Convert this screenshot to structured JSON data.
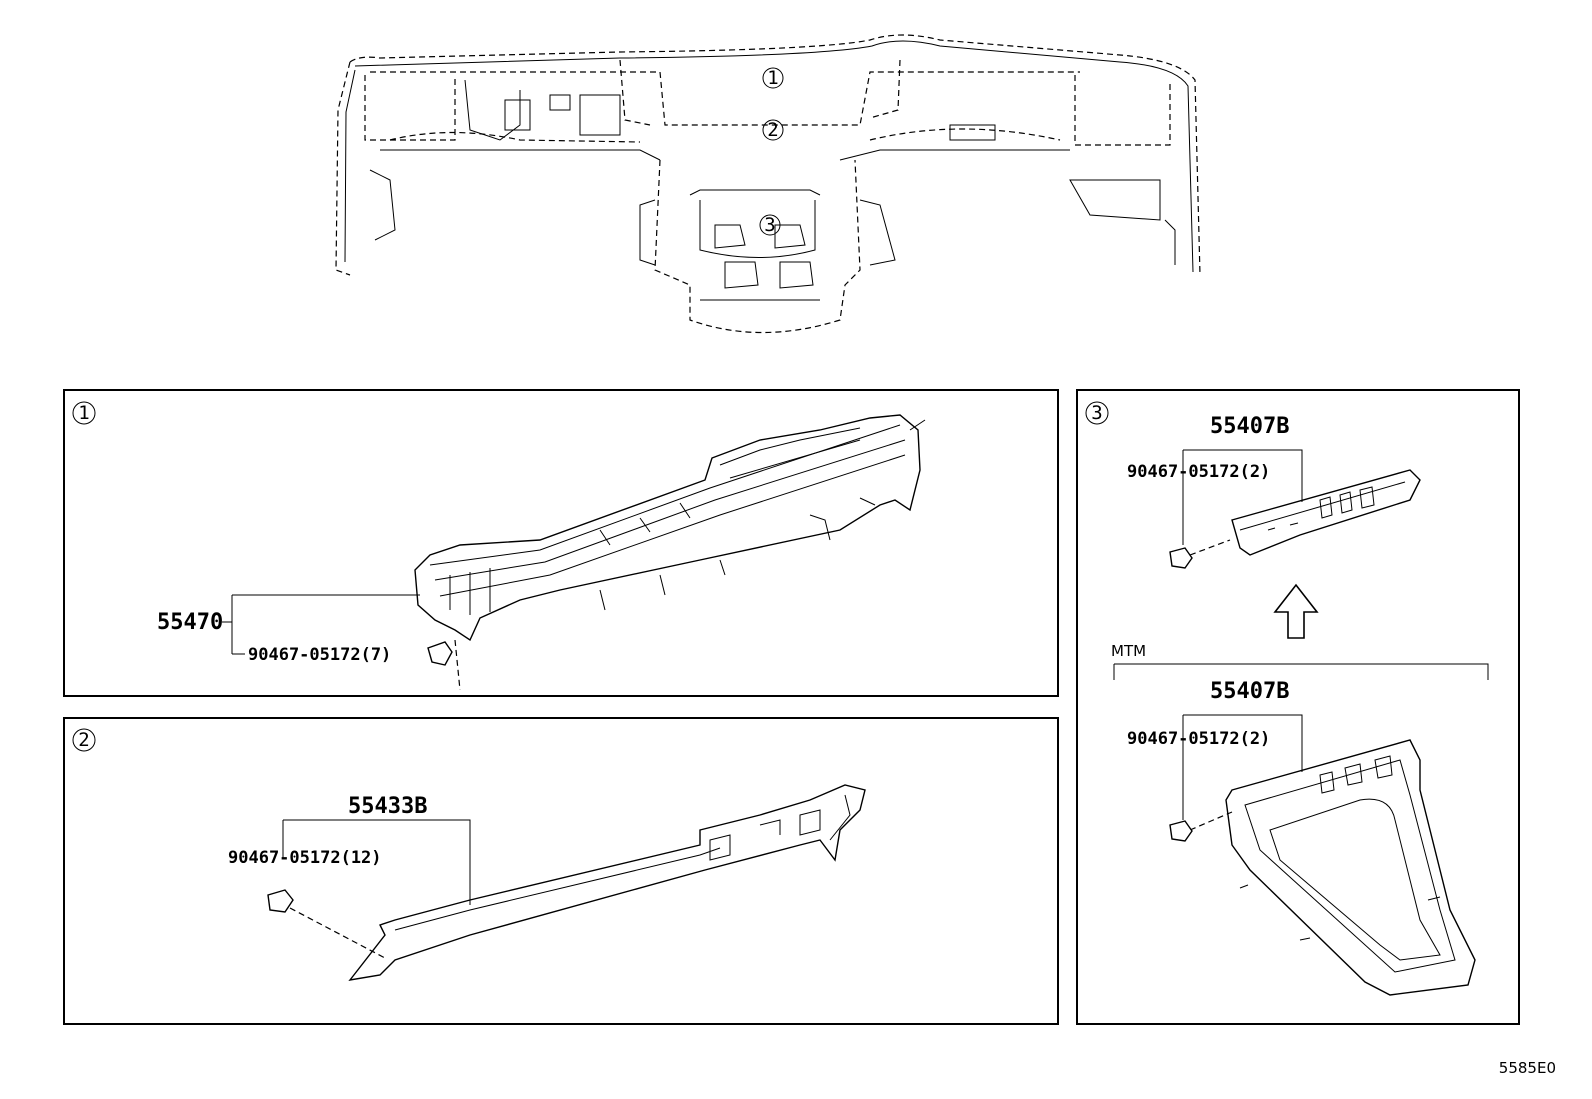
{
  "diagram": {
    "overview_callouts": [
      "1",
      "2",
      "3"
    ],
    "panels": {
      "panel1": {
        "number": "1",
        "part": "55470",
        "clip": "90467-05172(7)"
      },
      "panel2": {
        "number": "2",
        "part": "55433B",
        "clip": "90467-05172(12)"
      },
      "panel3": {
        "number": "3",
        "top_part": "55407B",
        "top_clip": "90467-05172(2)",
        "variant_label": "MTM",
        "bottom_part": "55407B",
        "bottom_clip": "90467-05172(2)"
      }
    },
    "figure_code": "5585E0"
  }
}
